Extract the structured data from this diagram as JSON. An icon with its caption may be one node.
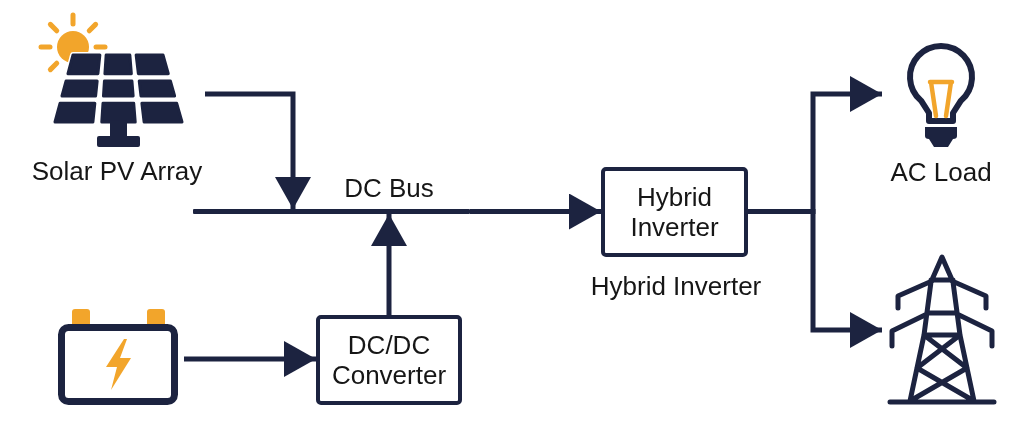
{
  "diagram": {
    "nodes": [
      {
        "text": [
          "Solar PV Array"
        ]
      },
      {
        "text": [],
        "shape": "bar",
        "beside": [
          "DC Bus"
        ]
      },
      {
        "text": [],
        "shape": "picture"
      },
      {
        "text": [
          "DC/DC Converter"
        ]
      },
      {
        "text": [
          "Hybrid Inverter"
        ],
        "beside": [
          "Hybrid Inverter"
        ]
      },
      {
        "text": [
          "AC Load"
        ]
      },
      {
        "text": [],
        "shape": "picture"
      }
    ],
    "edges": [
      {
        "from": 0,
        "to": 1,
        "arrow": "to"
      },
      {
        "from": 2,
        "to": 3,
        "arrow": "to"
      },
      {
        "from": 3,
        "to": 1,
        "arrow": "to"
      },
      {
        "from": 1,
        "to": 4,
        "arrow": "to"
      },
      {
        "from": 4,
        "to": 5,
        "arrow": "to"
      },
      {
        "from": 4,
        "to": 6,
        "arrow": "to"
      }
    ]
  }
}
